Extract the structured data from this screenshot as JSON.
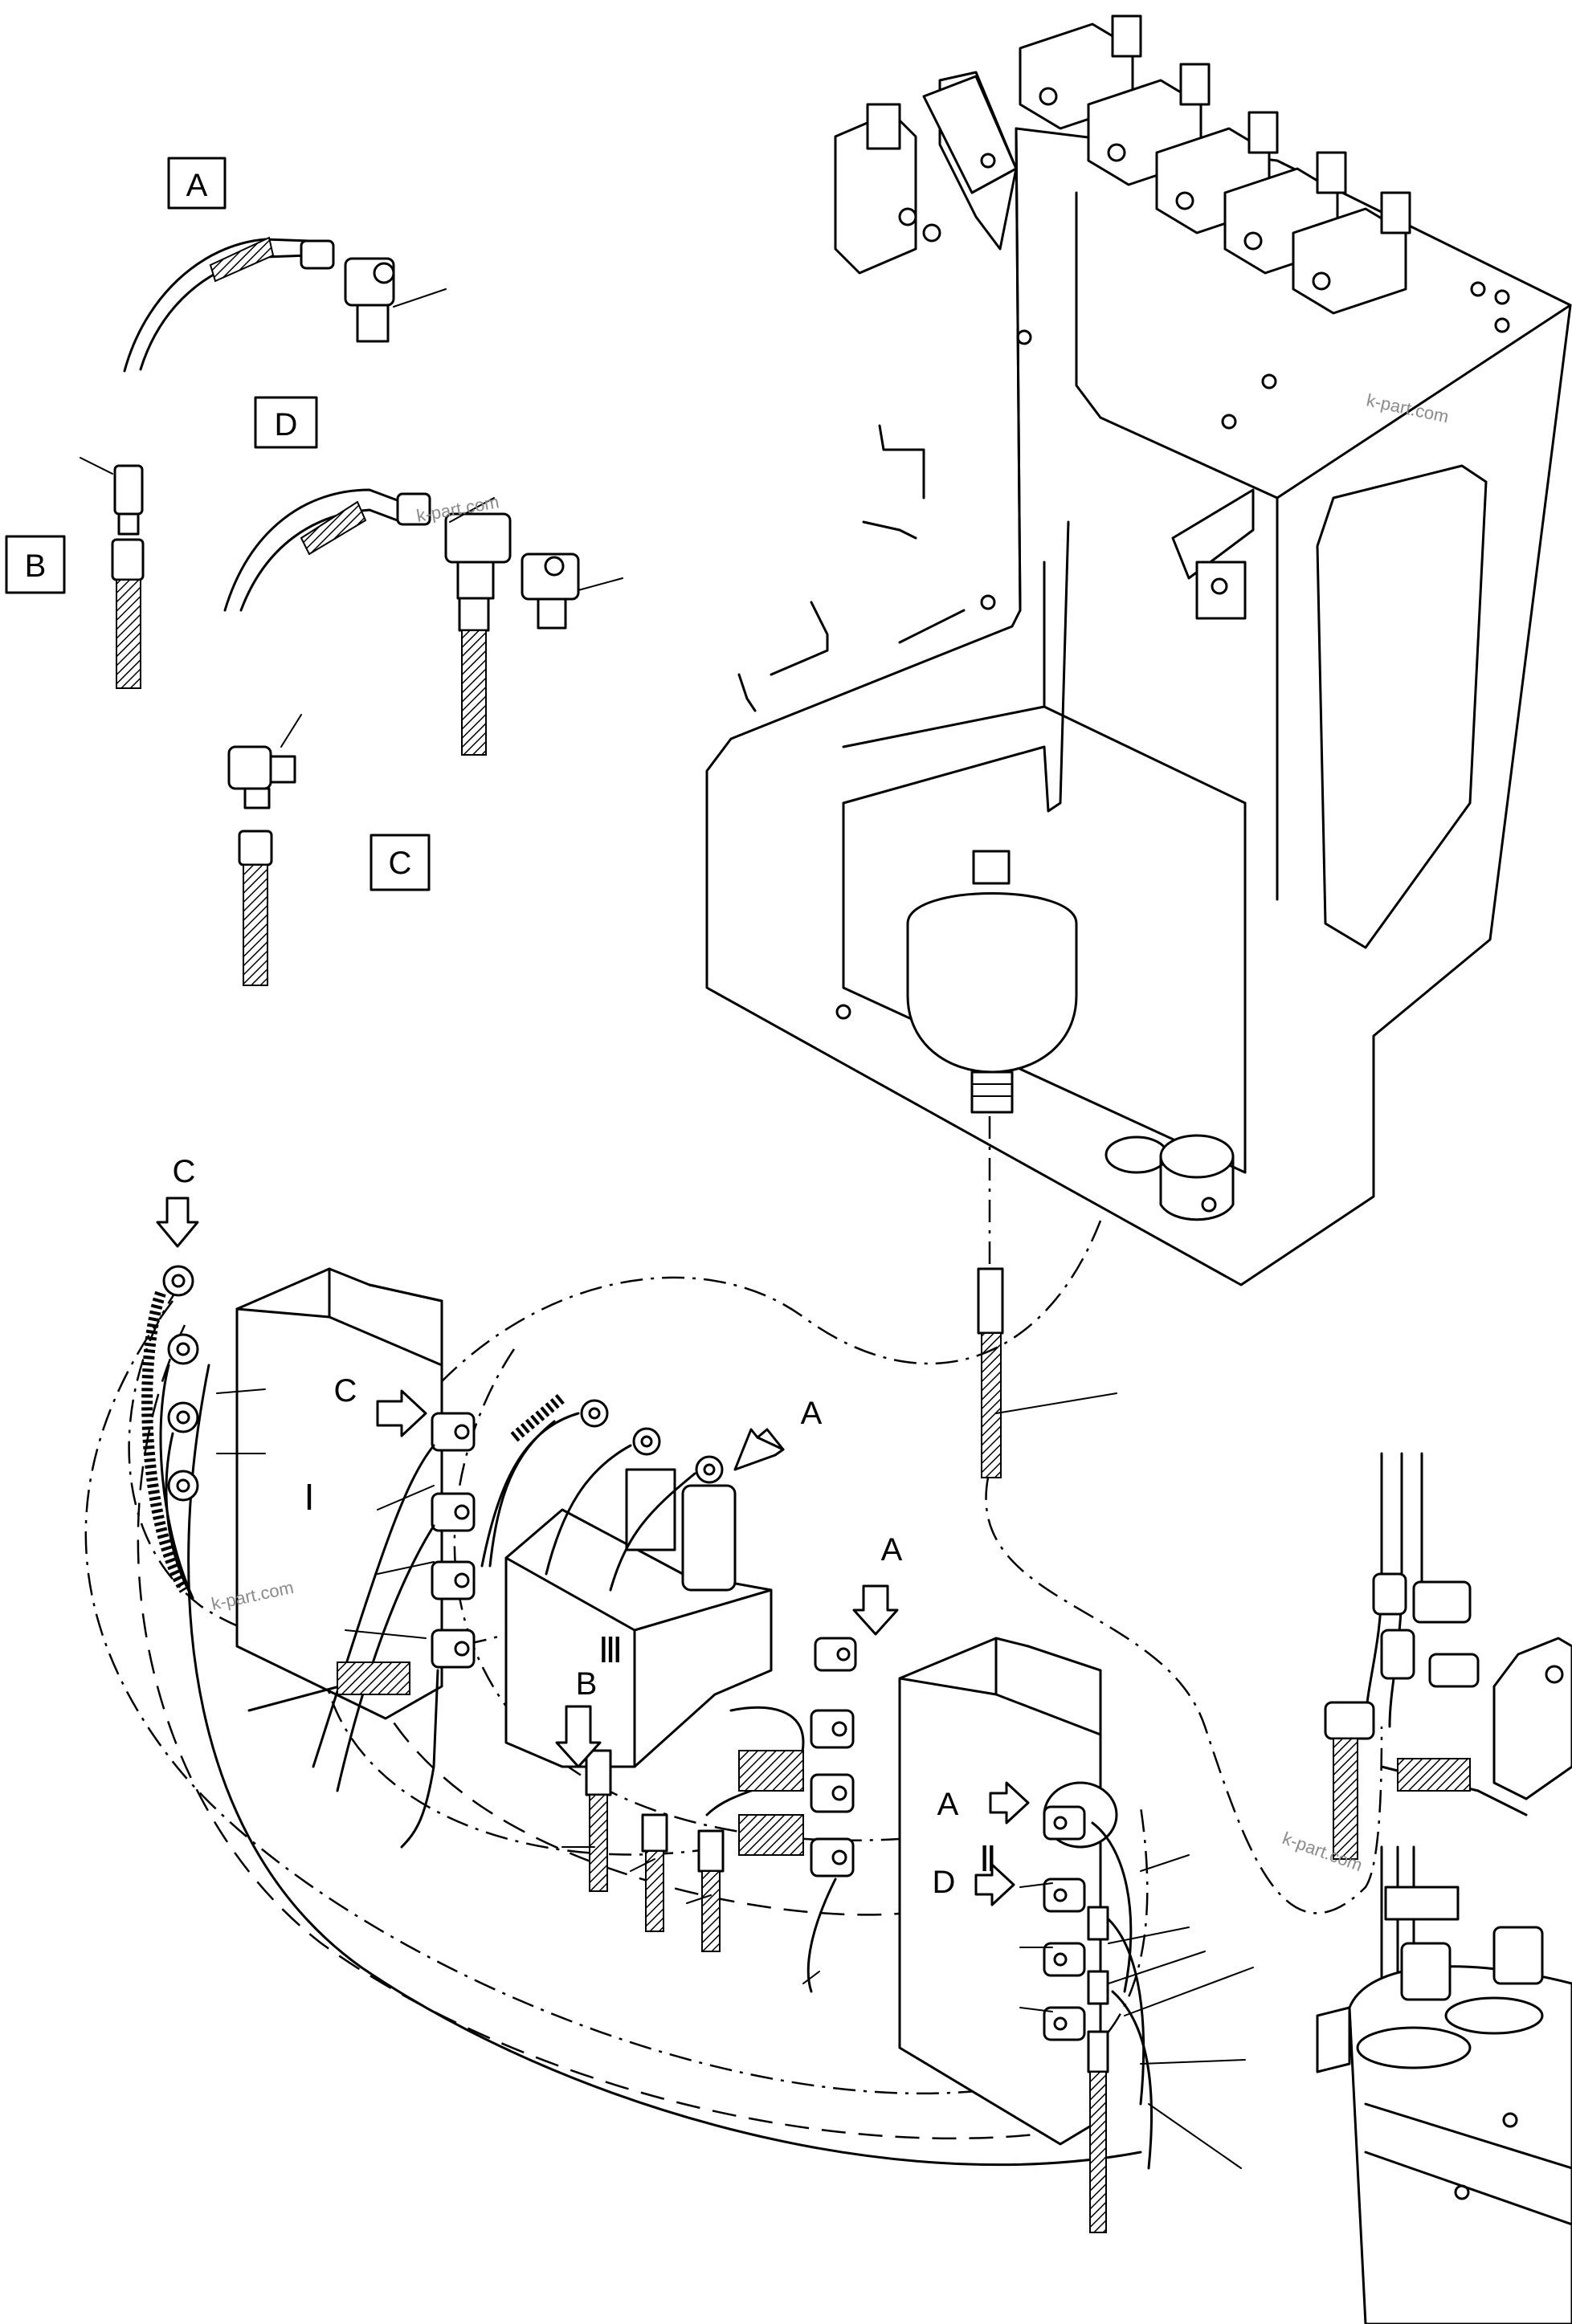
{
  "callouts": {
    "detail_a": "A",
    "detail_b": "B",
    "detail_c": "C",
    "detail_d": "D"
  },
  "arrow_labels": {
    "c_top": "C",
    "c_mid": "C",
    "a_upper": "A",
    "a_lower": "A",
    "b": "B",
    "a_right": "A",
    "d_right": "D"
  },
  "roman": {
    "valve_1": "Ⅰ",
    "valve_2": "Ⅱ",
    "valve_3": "Ⅲ"
  },
  "watermarks": {
    "wm1": "k-part.com",
    "wm2": "k-part.com",
    "wm3": "k-part.com",
    "wm4": "k-part.com"
  },
  "colors": {
    "line": "#000000",
    "background": "#ffffff",
    "watermark": "#8a8a8a"
  }
}
